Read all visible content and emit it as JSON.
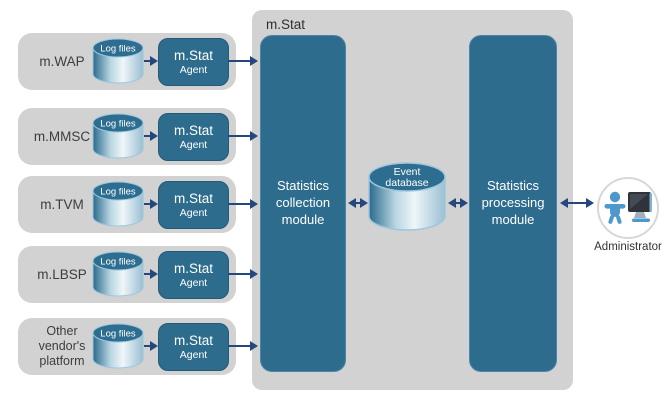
{
  "system": {
    "title": "m.Stat",
    "collection_module_label": "Statistics collection module",
    "processing_module_label": "Statistics processing module",
    "event_database": {
      "line1": "Event",
      "line2": "database"
    }
  },
  "sources": [
    {
      "label": "m.WAP",
      "log_label": "Log files",
      "agent_title": "m.Stat",
      "agent_subtitle": "Agent"
    },
    {
      "label": "m.MMSC",
      "log_label": "Log files",
      "agent_title": "m.Stat",
      "agent_subtitle": "Agent"
    },
    {
      "label": "m.TVM",
      "log_label": "Log files",
      "agent_title": "m.Stat",
      "agent_subtitle": "Agent"
    },
    {
      "label": "m.LBSP",
      "log_label": "Log files",
      "agent_title": "m.Stat",
      "agent_subtitle": "Agent"
    },
    {
      "label": "Other vendor's platform",
      "log_label": "Log files",
      "agent_title": "m.Stat",
      "agent_subtitle": "Agent"
    }
  ],
  "administrator": {
    "label": "Administrator"
  },
  "colors": {
    "box_gray": "#d2d2d2",
    "teal": "#2d6c8d",
    "arrow_navy": "#24477e",
    "cylinder_stroke": "#9dc6de",
    "person_blue": "#4f98cd"
  }
}
